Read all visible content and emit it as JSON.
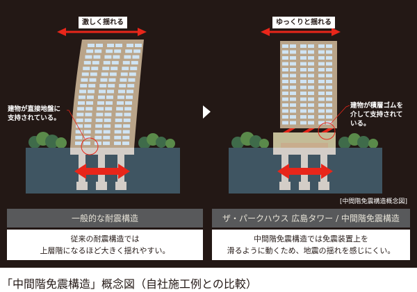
{
  "left": {
    "motion_label": "激しく揺れる",
    "note_line1": "建物が直接地盤に",
    "note_line2": "支持されている。",
    "header": "一般的な耐震構造",
    "desc_line1": "従来の耐震構造では",
    "desc_line2": "上層階になるほど大きく揺れやすい。"
  },
  "right": {
    "motion_label": "ゆっくりと揺れる",
    "note_line1": "建物が積層ゴムを",
    "note_line2": "介して支持されて",
    "note_line3": "いる。",
    "header": "ザ・パークハウス 広島タワー / 中間階免震構造",
    "desc_line1": "中間階免震構造では免震装置上を",
    "desc_line2": "滑るように動くため、地震の揺れを感じにくい。"
  },
  "source_label": "[中間階免震構造概念図]",
  "caption": "「中間階免震構造」概念図（自社施工例との比較）",
  "colors": {
    "background": "#231815",
    "arrow": "#e8261a",
    "building": "#b9a489",
    "window": "#cfe4f4",
    "ground": "#3f5562",
    "foundation": "#d3cdc7",
    "trees": "#3f6b4a",
    "header": "#58595b"
  }
}
